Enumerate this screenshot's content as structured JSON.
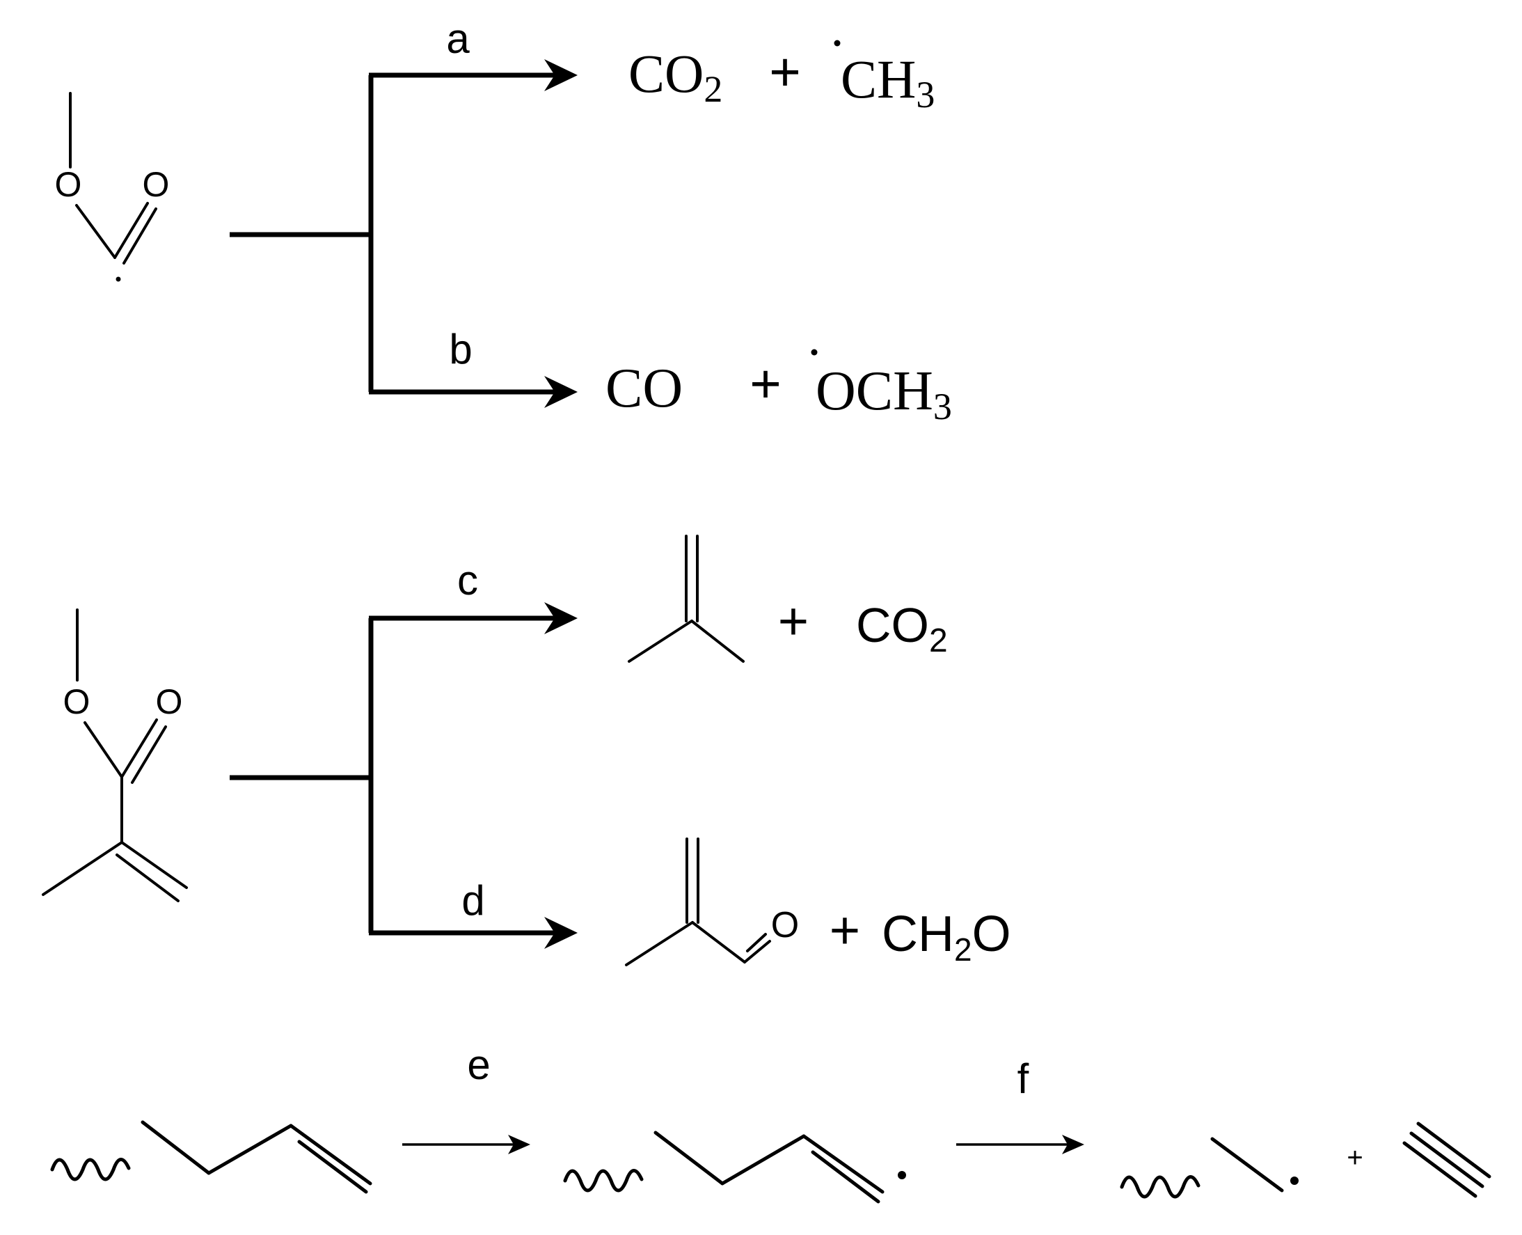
{
  "steps": {
    "a": "a",
    "b": "b",
    "c": "c",
    "d": "d",
    "e": "e",
    "f": "f"
  },
  "atoms": {
    "O": "O",
    "plus": "+"
  },
  "products": {
    "a": {
      "p1_main": "CO",
      "p1_sub": "2",
      "p2_main": "CH",
      "p2_sub": "3"
    },
    "b": {
      "p1_main": "CO",
      "p2_main": "OCH",
      "p2_sub": "3"
    },
    "c": {
      "p2_main": "CO",
      "p2_sub": "2"
    },
    "d": {
      "p2_main": "CH",
      "p2_sub": "2",
      "p2_tail": "O"
    }
  }
}
